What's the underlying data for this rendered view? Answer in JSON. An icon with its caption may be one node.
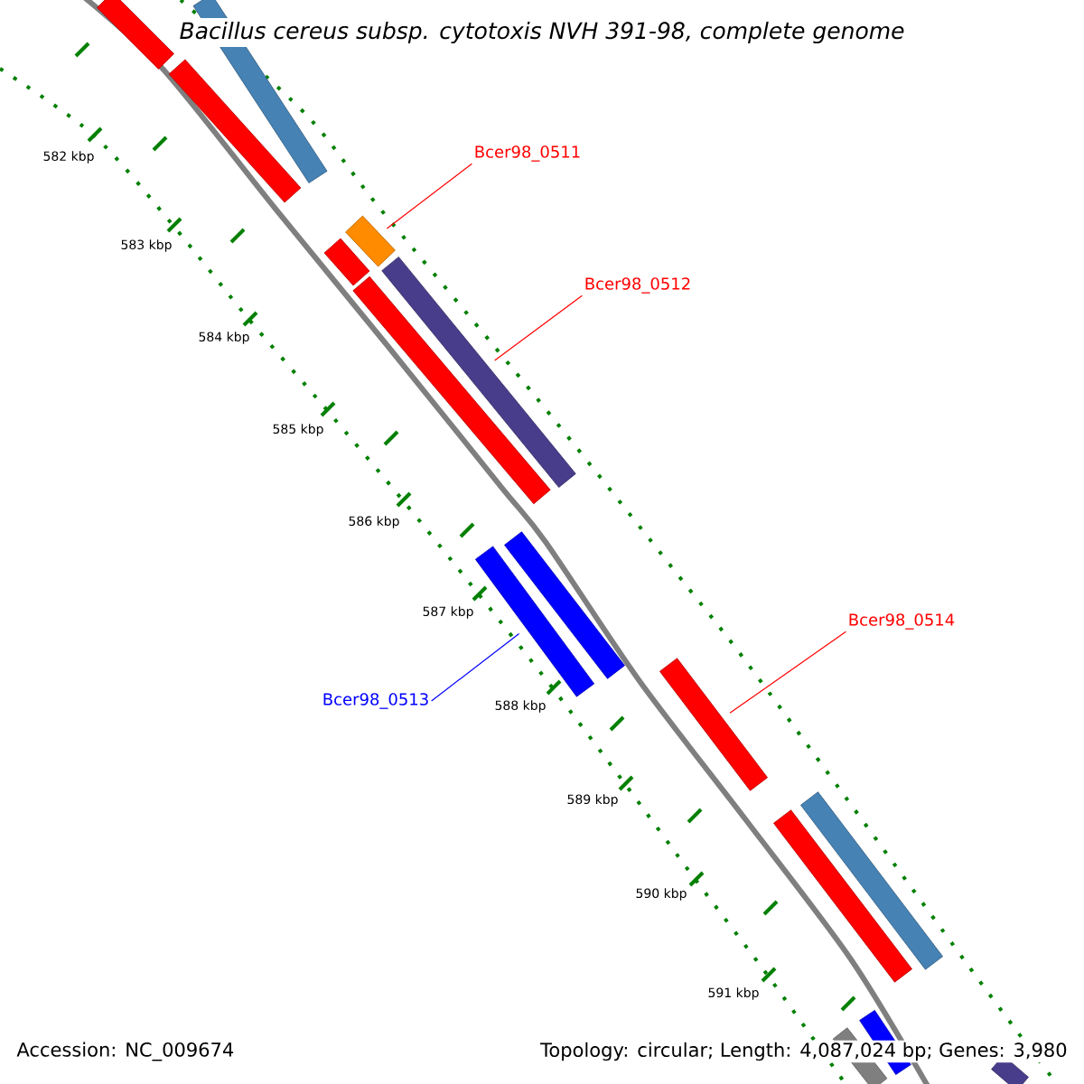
{
  "diagram": {
    "title": "*Bacillus cereus* subsp. *cytotoxis* NVH 391-98, complete genome",
    "nodes": [
      {
        "text": [
          "Bcer98_0511"
        ]
      },
      {
        "text": [],
        "shape": "bar"
      },
      {
        "text": [
          "Bcer98_0512"
        ]
      },
      {
        "text": [],
        "shape": "bar"
      },
      {
        "text": [
          "Bcer98_0513"
        ]
      },
      {
        "text": [],
        "shape": "bar"
      },
      {
        "text": [
          "Bcer98_0514"
        ]
      },
      {
        "text": [],
        "shape": "bar"
      },
      {
        "text": [],
        "shape": "bar"
      },
      {
        "text": [],
        "shape": "bar"
      },
      {
        "text": [],
        "shape": "bar"
      },
      {
        "text": [],
        "shape": "bar"
      },
      {
        "text": [],
        "shape": "bar"
      },
      {
        "text": [],
        "shape": "bar"
      },
      {
        "text": [],
        "shape": "bar"
      },
      {
        "text": [],
        "shape": "bar"
      },
      {
        "text": [],
        "shape": "bar"
      },
      {
        "text": [],
        "shape": "bar"
      },
      {
        "text": [],
        "shape": "bar"
      }
    ],
    "edges": [
      {
        "from": 0,
        "to": 1,
        "arrow": "none"
      },
      {
        "from": 2,
        "to": 3,
        "arrow": "none"
      },
      {
        "from": 4,
        "to": 5,
        "arrow": "none",
        "color": "#0000ff"
      },
      {
        "from": 6,
        "to": 7,
        "arrow": "none"
      }
    ],
    "labels": [
      "582 kbp",
      "583 kbp",
      "584 kbp",
      "585 kbp",
      "586 kbp",
      "587 kbp",
      "588 kbp",
      "589 kbp",
      "590 kbp",
      "591 kbp",
      "Accession: NC_009674",
      "Topology: circular; Length: 4,087,024 bp; Genes: 3,980"
    ]
  }
}
